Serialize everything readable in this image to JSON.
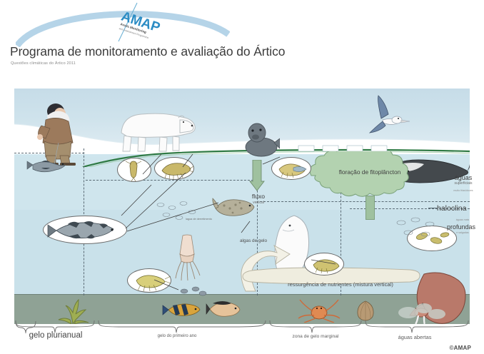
{
  "header": {
    "logo_text": "AMAP",
    "logo_sub_1": "Arctic Monitoring",
    "logo_sub_2": "and Assessment Programme",
    "title": "Programa de monitoramento e avaliação do Ártico",
    "subtitle": "Questões climáticas do Ártico 2011"
  },
  "diagram": {
    "labels": {
      "melt_pond": "lagoa de derretimento",
      "ice_algae": "algas de gelo",
      "flux": "fluxo",
      "flux_sub": "vertical",
      "bloom": "floração de fitoplâncton",
      "upwelling": "ressurgência de nutrientes (mistura vertical)",
      "surface_waters_1": "águas",
      "surface_waters_2": "superficiais",
      "surface_waters_3": "muito frias/doces",
      "halocline": "haloclina",
      "deep_waters_1": "águas mais",
      "deep_waters_2": "profundas",
      "deep_waters_3": "e salgadas"
    },
    "zones": [
      {
        "label": "gelo plurianual",
        "size": "lg"
      },
      {
        "label": "gelo do primeiro ano",
        "size": "sm"
      },
      {
        "label": "zona de gelo marginal",
        "size": "sm"
      },
      {
        "label": "águas abertas",
        "size": "sm"
      }
    ],
    "organisms": [
      "copepod-callout",
      "amphipod-callout",
      "ice-amphipod-callout",
      "arctic-cod-callout",
      "krill-callout",
      "zooplankton-callout",
      "deep-plankton-callout"
    ],
    "fauna": [
      "inuit-hunter",
      "polar-bear",
      "seal-on-ice",
      "gull",
      "bowhead-whale",
      "beluga-whale",
      "ringed-seal",
      "squid",
      "benthic-fish",
      "flatfish",
      "king-crab",
      "clam",
      "walrus",
      "kelp"
    ]
  },
  "footer": {
    "copyright": "©AMAP"
  },
  "colors": {
    "sky": "#c6dce8",
    "ice": "#fdfdfd",
    "water_surface": "#cfe6ee",
    "water_deep": "#c9e1ea",
    "seafloor": "#8fa295",
    "algae_green": "#2f7a44",
    "bloom_green": "#aecfae",
    "logo_blue": "#2b8cc4"
  }
}
